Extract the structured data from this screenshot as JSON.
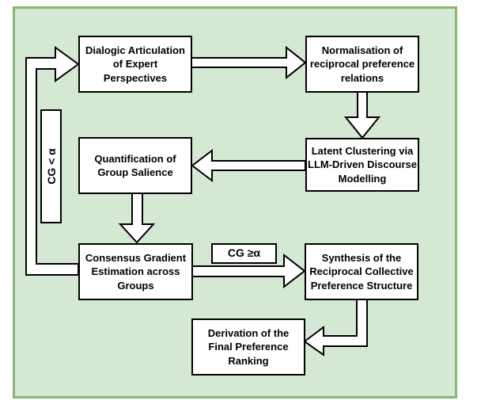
{
  "colors": {
    "panel-bg": "#d5e8d4",
    "panel-border": "#8ab56f",
    "node-fill": "#ffffff",
    "node-border": "#000000",
    "text": "#000000",
    "arrow-fill": "#ffffff",
    "arrow-stroke": "#000000"
  },
  "diagram": {
    "type": "flowchart",
    "nodes": {
      "dialogic": {
        "label": "Dialogic Articulation\nof Expert\nPerspectives"
      },
      "normalisation": {
        "label": "Normalisation of\nreciprocal preference\nrelations"
      },
      "latent": {
        "label": "Latent Clustering via\nLLM-Driven Discourse\nModelling"
      },
      "quantification": {
        "label": "Quantification of\nGroup Salience"
      },
      "consensus": {
        "label": "Consensus Gradient\nEstimation across\nGroups"
      },
      "synthesis": {
        "label": "Synthesis of the\nReciprocal Collective\nPreference Structure"
      },
      "derivation": {
        "label": "Derivation of the\nFinal Preference\nRanking"
      }
    },
    "conditions": {
      "loop_condition": "CG < α",
      "forward_condition": "CG ≥α"
    },
    "edges": [
      "dialogic -> normalisation",
      "normalisation -> latent",
      "latent -> quantification",
      "quantification -> consensus",
      "consensus -> synthesis (CG ≥α)",
      "synthesis -> derivation",
      "consensus -> dialogic (feedback loop, CG < α)"
    ]
  }
}
